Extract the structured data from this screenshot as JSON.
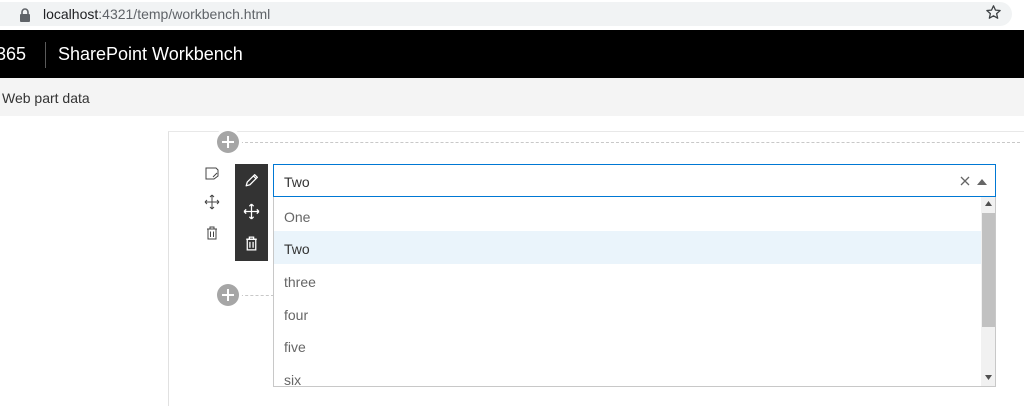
{
  "browser": {
    "url_host": "localhost",
    "url_path": ":4321/temp/workbench.html"
  },
  "suitebar": {
    "app_fragment": "365",
    "title": "SharePoint Workbench"
  },
  "commandbar": {
    "web_part_data": "Web part data"
  },
  "dropdown": {
    "selected": "Two",
    "options": [
      "One",
      "Two",
      "three",
      "four",
      "five",
      "six"
    ]
  },
  "colors": {
    "accent": "#0078d4",
    "suitebar": "#000000",
    "toolbar": "#333333",
    "selected_option": "#eaf4fb"
  }
}
